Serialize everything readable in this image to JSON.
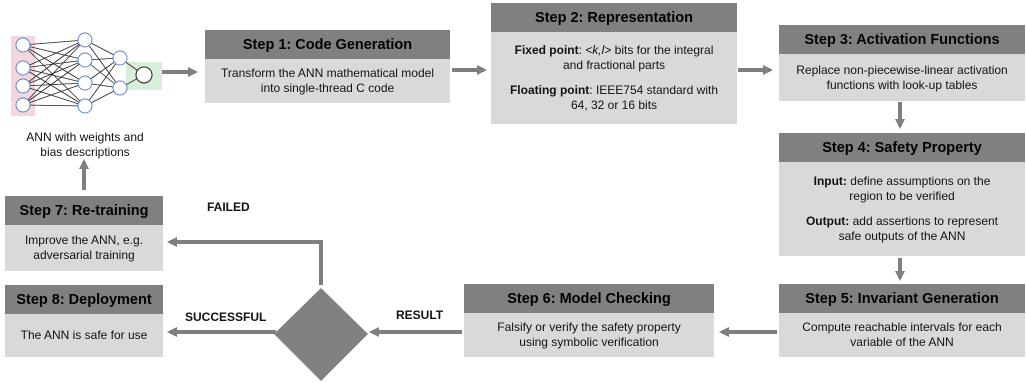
{
  "nn": {
    "caption_line1": "ANN with weights and",
    "caption_line2": "bias descriptions"
  },
  "step1": {
    "title": "Step 1: Code Generation",
    "line1": "Transform the ANN mathematical model",
    "line2": "into single-thread C code"
  },
  "step2": {
    "title": "Step 2: Representation",
    "fixed_label": "Fixed point",
    "fixed_sep": ": ",
    "fixed_italic": "<k,l>",
    "fixed_rest": " bits for the integral",
    "fixed_line2": "and fractional parts",
    "float_label": "Floating point",
    "float_rest": ": IEEE754 standard with",
    "float_line2": "64, 32 or 16 bits"
  },
  "step3": {
    "title": "Step 3: Activation Functions",
    "line1": "Replace non-piecewise-linear activation",
    "line2": "functions with look-up tables"
  },
  "step4": {
    "title": "Step 4: Safety Property",
    "input_label": "Input:",
    "input_rest": " define assumptions on the",
    "input_line2": "region to be verified",
    "output_label": "Output:",
    "output_rest": " add assertions to represent",
    "output_line2": "safe outputs of the ANN"
  },
  "step5": {
    "title": "Step 5: Invariant Generation",
    "line1": "Compute reachable intervals for each",
    "line2": "variable of the ANN"
  },
  "step6": {
    "title": "Step 6: Model Checking",
    "line1": "Falsify or verify the safety property",
    "line2": "using symbolic verification"
  },
  "step7": {
    "title": "Step 7: Re-training",
    "line1": "Improve the ANN, e.g.",
    "line2": "adversarial training"
  },
  "step8": {
    "title": "Step 8: Deployment",
    "line1": "The ANN is safe for use"
  },
  "labels": {
    "failed": "FAILED",
    "result": "RESULT",
    "successful": "SUCCESSFUL"
  },
  "colors": {
    "header": "#808080",
    "body": "#d9d9d9",
    "arrow": "#7f7f7f",
    "input_layer": "#f4d6de",
    "output_layer": "#d8eed8"
  }
}
